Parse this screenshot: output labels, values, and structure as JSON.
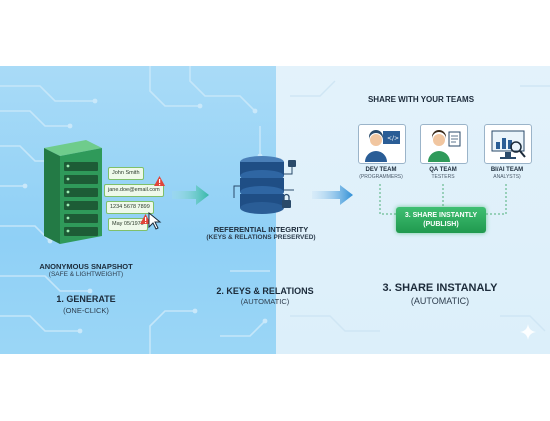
{
  "right": {
    "title": "SHARE WITH YOUR TEAMS",
    "teams": [
      {
        "label": "DEV TEAM",
        "sub": "(PROGRAMMERS)",
        "icon": "developer-icon"
      },
      {
        "label": "QA TEAM",
        "sub": "TESTERS",
        "icon": "qa-tester-icon"
      },
      {
        "label": "BI/AI TEAM",
        "sub": "ANALYSTS)",
        "icon": "analyst-icon"
      }
    ],
    "share_button_line1": "3. SHARE INSTANTLY",
    "share_button_line2": "(PUBLISH)",
    "step_title": "3. SHARE INSTANALY",
    "step_sub": "(AUTOMATIC)"
  },
  "left": {
    "fields": [
      "John Smith",
      "jane.doe@email.com",
      "1234 5678 7899",
      "May 05/1979"
    ],
    "snapshot_title": "ANONYMOUS SNAPSHOT",
    "snapshot_sub": "(SAFE & LIGHTWEIGHT)",
    "step_title": "1. GENERATE",
    "step_sub": "(ONE-CLICK)"
  },
  "middle": {
    "integrity_title": "REFERENTIAL INTEGRITY",
    "integrity_sub": "(KEYS & RELATIONS PRESERVED)",
    "step_title": "2. KEYS & RELATIONS",
    "step_sub": "(AUTOMATIC)"
  },
  "colors": {
    "accent_green": "#20994e",
    "arrow_blue": "#2f8fd6",
    "arrow_teal": "#35b8a8",
    "server_green": "#2f9a5a"
  }
}
